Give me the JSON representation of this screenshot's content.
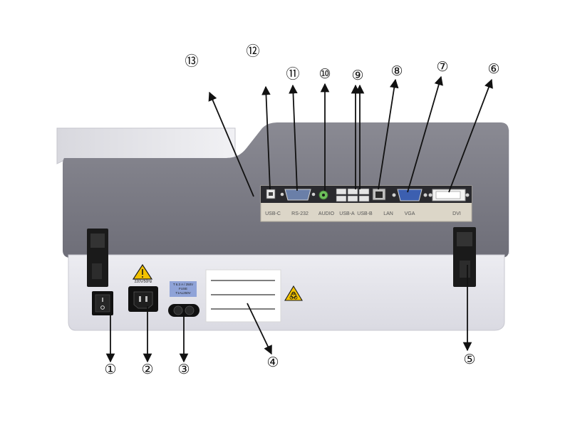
{
  "callouts": [
    {
      "id": "1",
      "label": "①"
    },
    {
      "id": "2",
      "label": "②"
    },
    {
      "id": "3",
      "label": "③"
    },
    {
      "id": "4",
      "label": "④"
    },
    {
      "id": "5",
      "label": "⑤"
    },
    {
      "id": "6",
      "label": "⑥"
    },
    {
      "id": "7",
      "label": "⑦"
    },
    {
      "id": "8",
      "label": "⑧"
    },
    {
      "id": "9",
      "label": "⑨"
    },
    {
      "id": "10",
      "label": "⑩"
    },
    {
      "id": "11",
      "label": "⑪"
    },
    {
      "id": "12",
      "label": "⑫"
    },
    {
      "id": "13",
      "label": "⑬"
    }
  ],
  "ports": {
    "usb_c": "USB-C",
    "rs232": "RS-232",
    "audio": "AUDIO",
    "usb_a": "USB-A",
    "usb_b": "USB-B",
    "lan": "LAN",
    "vga": "VGA",
    "dvi": "DVI"
  },
  "power_rating": "220V/50Hz",
  "fuse_text": [
    "T 6.3 A / 250V",
    "FUSE",
    "T1AL250V"
  ],
  "colors": {
    "housing_dark": "#7a7a84",
    "housing_light": "#e6e6ec",
    "port_panel": "#dcd6c8",
    "fuse_label": "#8fa3d8",
    "warning_yellow": "#f2c200",
    "arrow": "#111111"
  },
  "icons": [
    "power-switch-icon",
    "warning-triangle-icon",
    "biohazard-icon"
  ]
}
